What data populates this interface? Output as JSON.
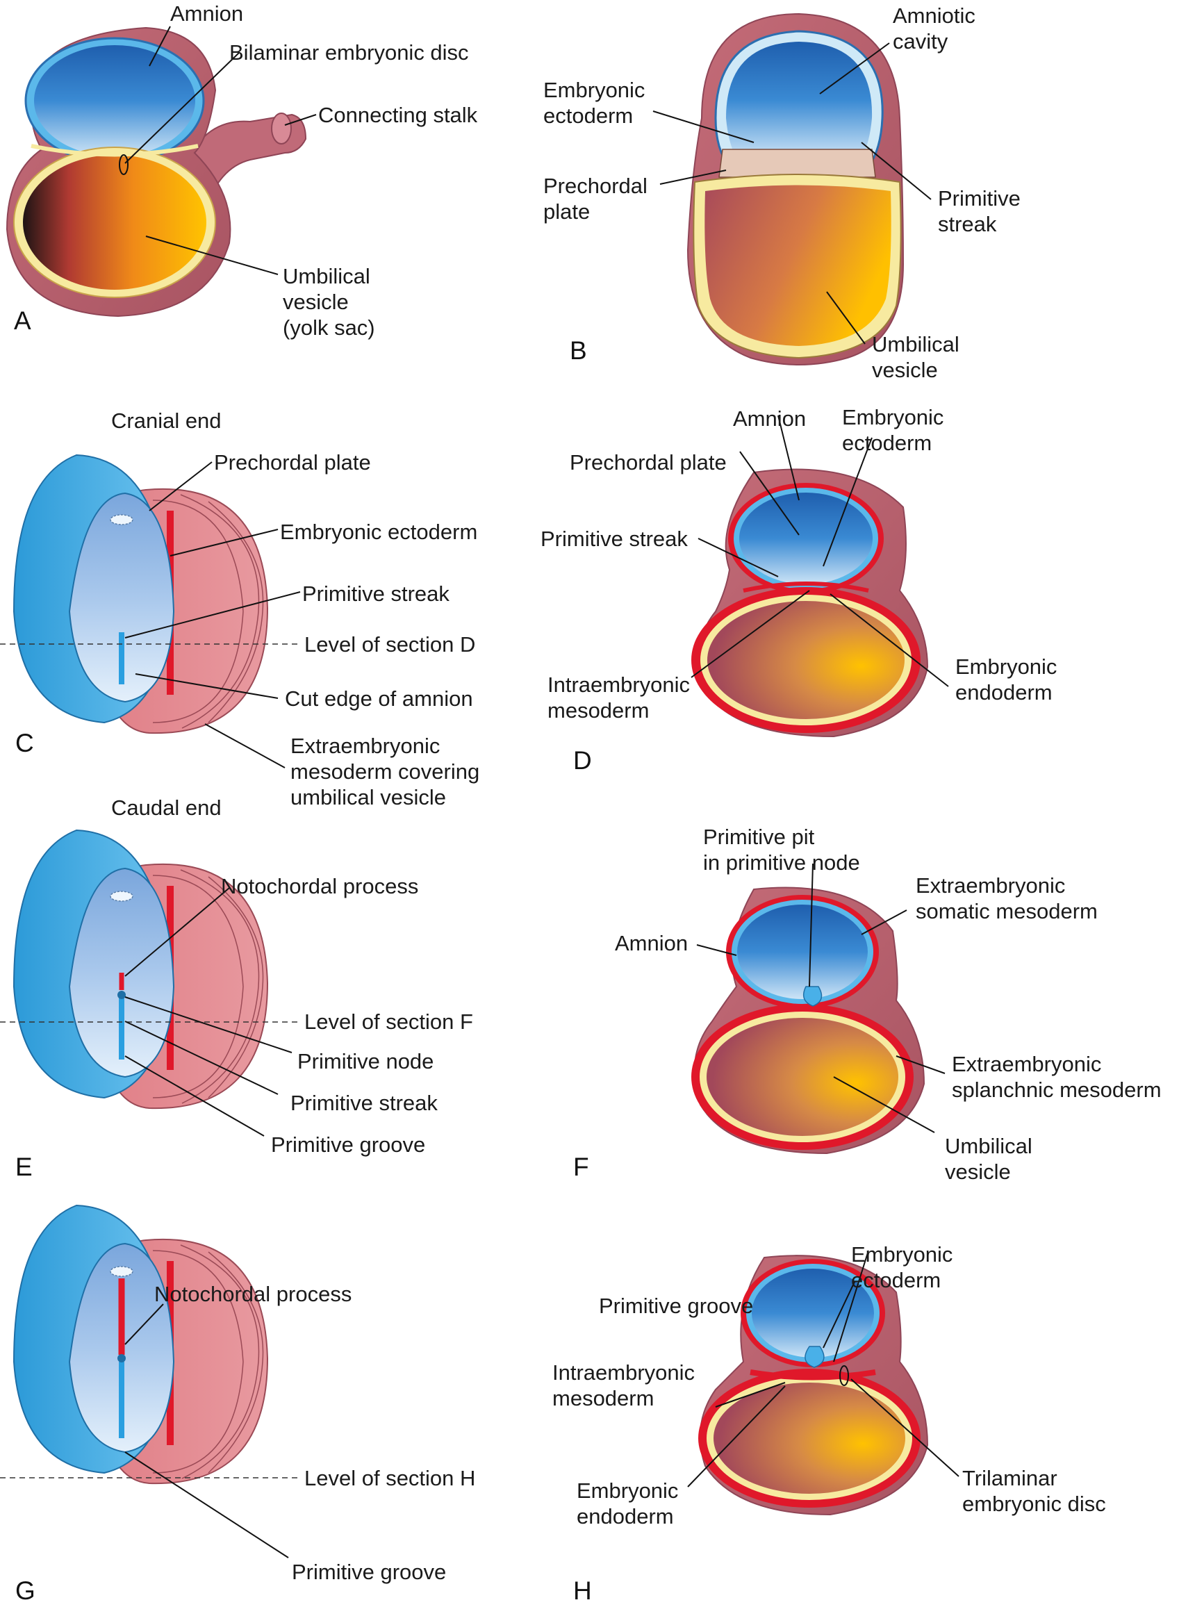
{
  "colors": {
    "amnion_pink": "#c9767c",
    "amnion_dark": "#9b4a56",
    "cavity_blue": "#2a76c6",
    "cavity_light": "#cfe6f6",
    "yolk_yellow": "#ffc000",
    "yolk_red": "#b8474e",
    "yolk_dark": "#2a1a1a",
    "mesoderm_red": "#e0182a",
    "endoderm_yellow": "#f7eaa0",
    "disc_ring": "#ead7a8",
    "bar_blue": "#49b0e8",
    "stripes": "#7a3040"
  },
  "panels": {
    "A": "A",
    "B": "B",
    "C": "C",
    "D": "D",
    "E": "E",
    "F": "F",
    "G": "G",
    "H": "H"
  },
  "labels": {
    "a_amnion": "Amnion",
    "a_bilaminar": "Bilaminar embryonic disc",
    "a_connecting_stalk": "Connecting stalk",
    "a_umbilical_1": "Umbilical",
    "a_umbilical_2": "vesicle",
    "a_umbilical_3": "(yolk sac)",
    "b_amniotic_1": "Amniotic",
    "b_amniotic_2": "cavity",
    "b_ectoderm_1": "Embryonic",
    "b_ectoderm_2": "ectoderm",
    "b_prechordal_1": "Prechordal",
    "b_prechordal_2": "plate",
    "b_streak_1": "Primitive",
    "b_streak_2": "streak",
    "b_umbilical_1": "Umbilical",
    "b_umbilical_2": "vesicle",
    "c_cranial": "Cranial end",
    "c_prechordal": "Prechordal plate",
    "c_ectoderm": "Embryonic ectoderm",
    "c_streak": "Primitive streak",
    "c_level_d": "Level of section D",
    "c_cut_edge": "Cut edge of amnion",
    "c_extra_1": "Extraembryonic",
    "c_extra_2": "mesoderm covering",
    "c_extra_3": "umbilical vesicle",
    "c_caudal": "Caudal end",
    "d_amnion": "Amnion",
    "d_ectoderm_1": "Embryonic",
    "d_ectoderm_2": "ectoderm",
    "d_prechordal": "Prechordal plate",
    "d_streak": "Primitive streak",
    "d_intra_1": "Intraembryonic",
    "d_intra_2": "mesoderm",
    "d_endoderm_1": "Embryonic",
    "d_endoderm_2": "endoderm",
    "e_notochordal": "Notochordal process",
    "e_level_f": "Level of section F",
    "e_node": "Primitive node",
    "e_streak": "Primitive streak",
    "e_groove": "Primitive groove",
    "f_pit_1": "Primitive pit",
    "f_pit_2": "in primitive node",
    "f_somatic_1": "Extraembryonic",
    "f_somatic_2": "somatic mesoderm",
    "f_amnion": "Amnion",
    "f_splanchnic_1": "Extraembryonic",
    "f_splanchnic_2": "splanchnic mesoderm",
    "f_umbilical_1": "Umbilical",
    "f_umbilical_2": "vesicle",
    "g_notochordal": "Notochordal process",
    "g_level_h": "Level of section H",
    "g_groove": "Primitive groove",
    "h_ectoderm_1": "Embryonic",
    "h_ectoderm_2": "ectoderm",
    "h_groove": "Primitive groove",
    "h_intra_1": "Intraembryonic",
    "h_intra_2": "mesoderm",
    "h_endoderm_1": "Embryonic",
    "h_endoderm_2": "endoderm",
    "h_trilaminar_1": "Trilaminar",
    "h_trilaminar_2": "embryonic disc"
  }
}
